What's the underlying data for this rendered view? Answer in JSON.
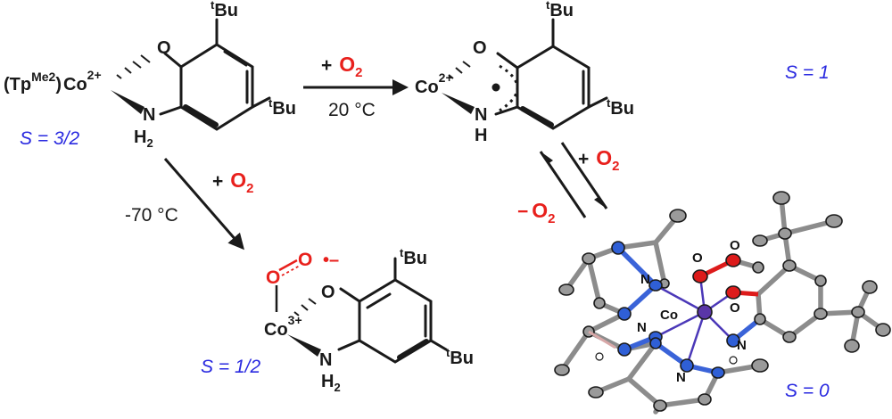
{
  "labels": {
    "tp_ligand": "(Tp",
    "tp_sup": "Me2",
    "tp_close": ")",
    "co": "Co",
    "co_charge_2": "2+",
    "co_charge_3": "3+",
    "oxygen": "O",
    "nh": "N",
    "h": "H",
    "h2_sub": "2",
    "tbu_sup": "t",
    "tbu": "Bu",
    "radical_anion": "•–",
    "plus": "+",
    "minus": "−",
    "o2_o": "O",
    "o2_sub": "2",
    "crystal_n": "N",
    "crystal_o": "O",
    "crystal_co": "Co"
  },
  "conditions": {
    "rt": "20 °C",
    "low_t": "-70 °C"
  },
  "spin_states": {
    "start": "S = 3/2",
    "semiquinone": "S = 1",
    "superoxo": "S = 1/2",
    "crystal": "S = 0"
  },
  "colors": {
    "text": "#1a1a1a",
    "spin": "#2a2ae0",
    "o2": "#e8201c",
    "nitrogen": "#2f5fd6",
    "oxygen_atom": "#dd1b1b",
    "carbon": "#9a9a9a",
    "cobalt": "#5a36a8"
  }
}
